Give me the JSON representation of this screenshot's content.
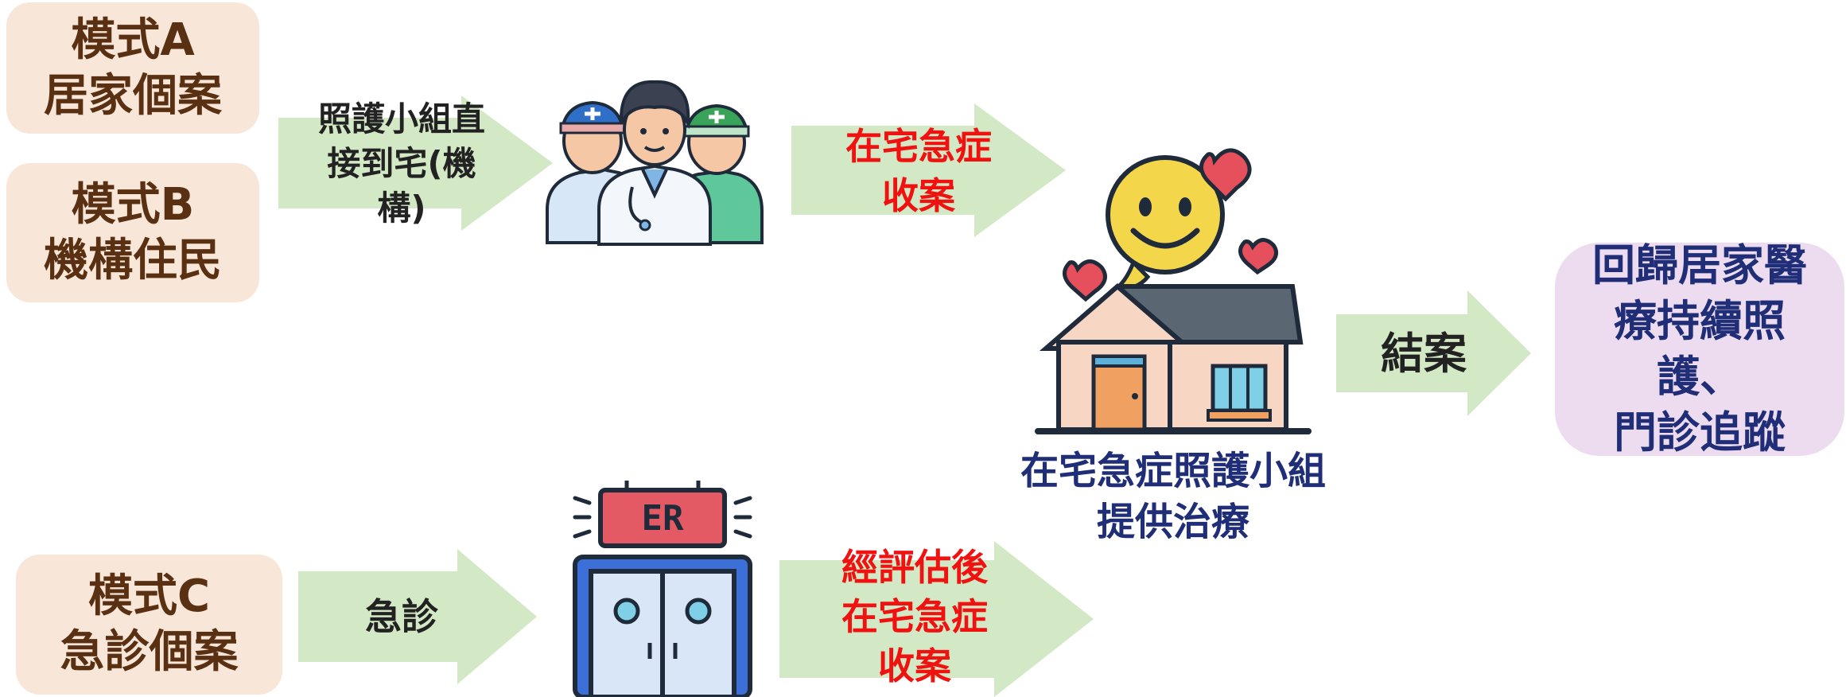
{
  "modes": {
    "a": "模式A\n居家個案",
    "b": "模式B\n機構住民",
    "c": "模式C\n急診個案"
  },
  "arrows": {
    "team_direct": "照護小組直\n接到宅(機\n構)",
    "home_admit": "在宅急症\n收案",
    "emergency": "急診",
    "assessed_admit": "經評估後\n在宅急症\n收案",
    "close_case": "結案"
  },
  "icons": {
    "medical_team": "medical-team-icon",
    "emergency_room": "emergency-room-icon",
    "er_sign": "ER",
    "home": "happy-home-icon"
  },
  "caption": "在宅急症照護小組\n提供治療",
  "outcome": "回歸居家醫\n療持續照\n護、\n門診追蹤",
  "colors": {
    "mode_fill": "#f8e6d8",
    "mode_text": "#5a3013",
    "arrow_fill": "#d3e8c4",
    "highlight_text": "#f01111",
    "caption_text": "#1f2e77",
    "outcome_fill": "#eddcf0"
  }
}
